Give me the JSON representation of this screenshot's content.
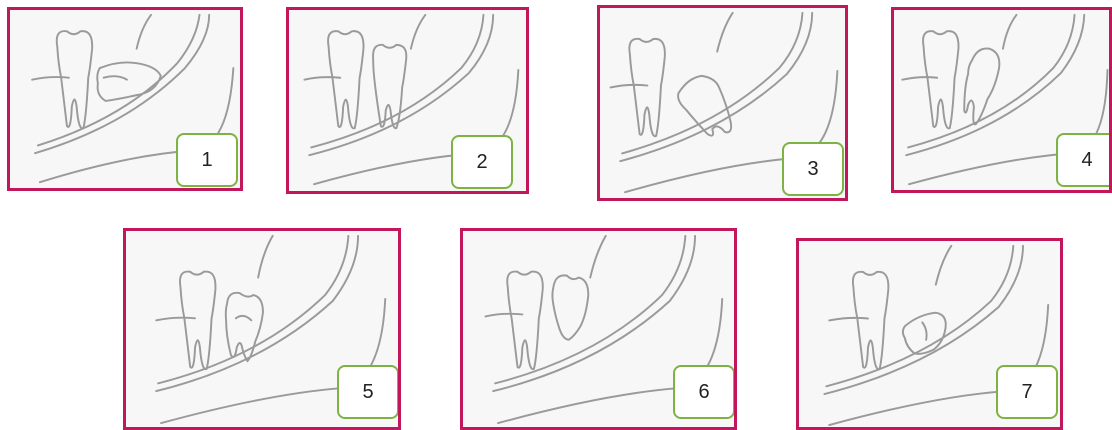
{
  "colors": {
    "panel_border": "#c2185b",
    "label_border": "#7cb342",
    "line": "#9a9a9a"
  },
  "panels": [
    {
      "label": "1",
      "pose": "horizontal"
    },
    {
      "label": "2",
      "pose": "vertical"
    },
    {
      "label": "3",
      "pose": "mesioangular"
    },
    {
      "label": "4",
      "pose": "distoangular-high"
    },
    {
      "label": "5",
      "pose": "vertical-buccal"
    },
    {
      "label": "6",
      "pose": "vertical-rotated"
    },
    {
      "label": "7",
      "pose": "inverted"
    }
  ]
}
